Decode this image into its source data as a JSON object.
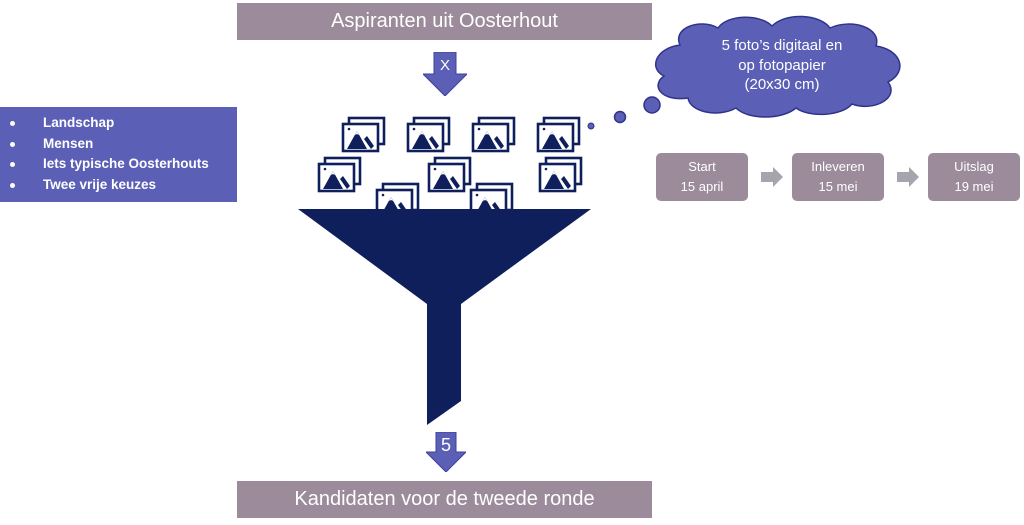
{
  "header": {
    "title": "Aspiranten uit Oosterhout"
  },
  "input_arrow": {
    "label": "X"
  },
  "themes": {
    "items": [
      {
        "label": "Landschap"
      },
      {
        "label": "Mensen"
      },
      {
        "label": "Iets typische Oosterhouts"
      },
      {
        "label": "Twee vrije keuzes"
      }
    ]
  },
  "thought_cloud": {
    "lines": [
      "5 foto’s digitaal en",
      "op fotopapier",
      "(20x30 cm)"
    ]
  },
  "timeline": {
    "steps": [
      {
        "title": "Start",
        "date": "15 april"
      },
      {
        "title": "Inleveren",
        "date": "15 mei"
      },
      {
        "title": "Uitslag",
        "date": "19 mei"
      }
    ]
  },
  "funnel": {
    "photo_count": 9,
    "icon": "photo-stack-icon"
  },
  "output_arrow": {
    "label": "5"
  },
  "footer": {
    "title": "Kandidaten voor de tweede ronde"
  },
  "colors": {
    "bar": "#9b8b9b",
    "accent": "#5b5fb5",
    "funnel": "#0f1f5c",
    "step_arrow": "#a7a4ad"
  }
}
